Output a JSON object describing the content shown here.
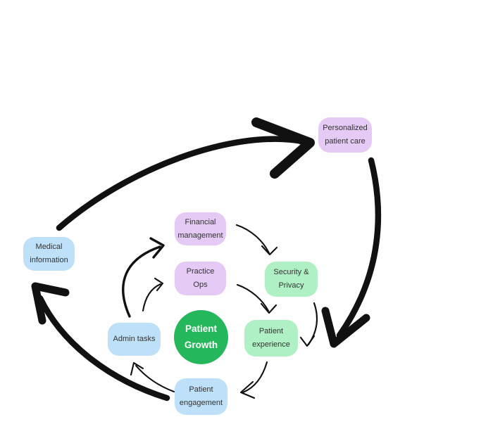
{
  "diagram": {
    "background_color": "#FEFEFE",
    "arrow_color": "#111111",
    "node_colors": {
      "blue": "#BEE0F8",
      "lavender": "#E4CAF5",
      "light_green": "#AFF1C5",
      "green": "#25B75B"
    },
    "nodes": {
      "medical_information": {
        "label": "Medical\ninformation",
        "color": "#BEE0F8",
        "shape": "rounded-rect"
      },
      "personalized_patient_care": {
        "label": "Personalized\npatient care",
        "color": "#E4CAF5",
        "shape": "rounded-rect"
      },
      "financial_management": {
        "label": "Financial\nmanagement",
        "color": "#E4CAF5",
        "shape": "rounded-rect"
      },
      "practice_ops": {
        "label": "Practice\nOps",
        "color": "#E4CAF5",
        "shape": "rounded-rect"
      },
      "security_privacy": {
        "label": "Security &\nPrivacy",
        "color": "#AFF1C5",
        "shape": "rounded-rect"
      },
      "patient_growth": {
        "label": "Patient\nGrowth",
        "color": "#25B75B",
        "text_color": "#FFFFFF",
        "shape": "circle"
      },
      "patient_experience": {
        "label": "Patient\nexperience",
        "color": "#AFF1C5",
        "shape": "rounded-rect"
      },
      "admin_tasks": {
        "label": "Admin tasks",
        "color": "#BEE0F8",
        "shape": "rounded-rect"
      },
      "patient_engagement": {
        "label": "Patient\nengagement",
        "color": "#BEE0F8",
        "shape": "rounded-rect"
      }
    },
    "edges": [
      {
        "from": "medical_information",
        "to": "personalized_patient_care",
        "weight": "bold"
      },
      {
        "from": "personalized_patient_care",
        "to": "inner_cycle",
        "weight": "bold"
      },
      {
        "from": "patient_engagement",
        "to": "medical_information",
        "weight": "bold"
      },
      {
        "from": "financial_management",
        "to": "security_privacy",
        "weight": "thin"
      },
      {
        "from": "practice_ops",
        "to": "patient_experience",
        "weight": "thin"
      },
      {
        "from": "security_privacy",
        "to": "patient_experience",
        "weight": "thin"
      },
      {
        "from": "patient_experience",
        "to": "patient_engagement",
        "weight": "thin"
      },
      {
        "from": "patient_engagement",
        "to": "admin_tasks",
        "weight": "thin"
      },
      {
        "from": "admin_tasks",
        "to": "financial_management",
        "weight": "medium"
      },
      {
        "from": "admin_tasks",
        "to": "practice_ops",
        "weight": "thin"
      }
    ]
  }
}
